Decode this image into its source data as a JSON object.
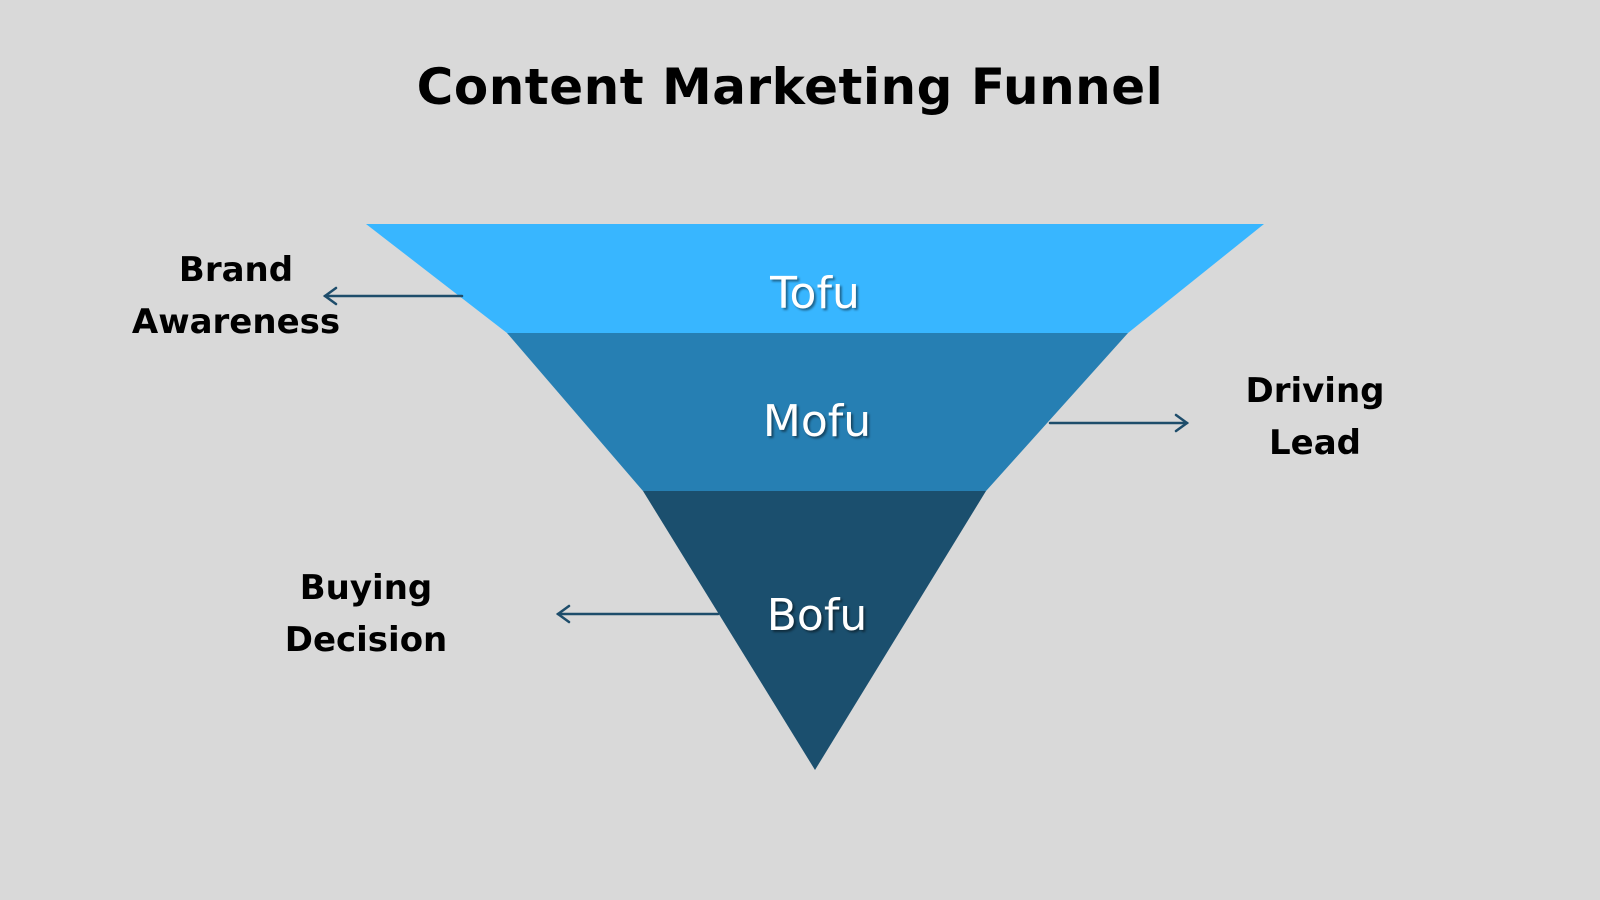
{
  "title": "Content Marketing Funnel",
  "colors": {
    "background": "#d9d9d9",
    "tofu": "#38b6ff",
    "mofu": "#267fb3",
    "bofu": "#1b4f6e",
    "arrow": "#1e4d6b"
  },
  "stages": [
    {
      "label": "Tofu",
      "description_line1": "Brand",
      "description_line2": "Awareness",
      "arrow_direction": "left"
    },
    {
      "label": "Mofu",
      "description_line1": "Driving",
      "description_line2": "Lead",
      "arrow_direction": "right"
    },
    {
      "label": "Bofu",
      "description_line1": "Buying",
      "description_line2": "Decision",
      "arrow_direction": "left"
    }
  ]
}
